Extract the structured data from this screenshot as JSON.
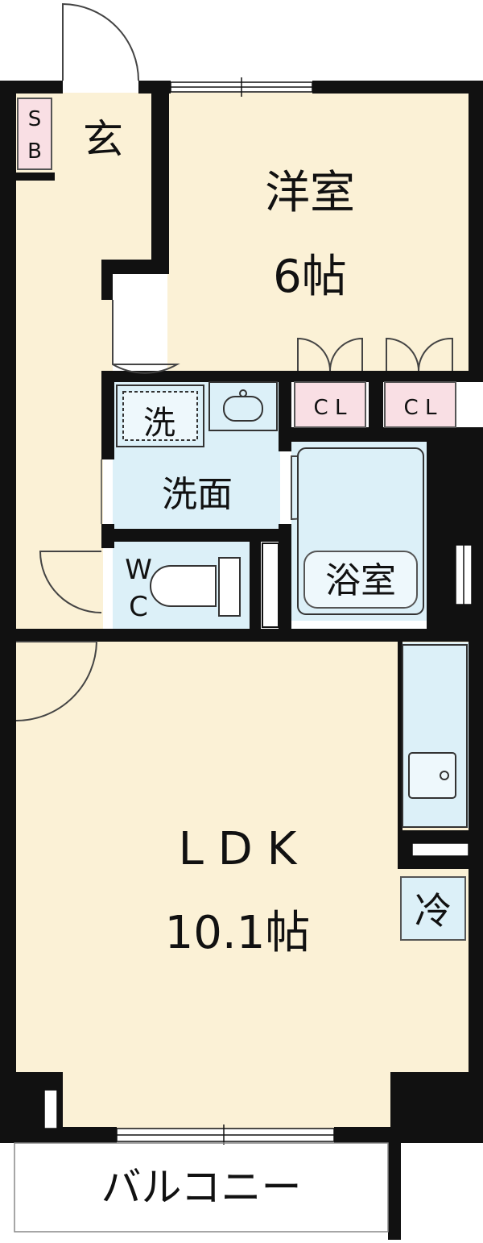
{
  "rooms": {
    "genkan": "玄",
    "shoe_box": {
      "line1": "S",
      "line2": "B"
    },
    "western": {
      "name": "洋室",
      "size": "6帖"
    },
    "closet_1": "C L",
    "closet_2": "C L",
    "washer": "洗",
    "washroom": "洗面",
    "toilet": {
      "line1": "W",
      "line2": "C"
    },
    "bath": "浴室",
    "ldk": {
      "name": "L D K",
      "size": "10.1帖"
    },
    "fridge": "冷",
    "balcony": "バルコニー"
  },
  "colors": {
    "wall": "#111111",
    "floor": "#fbf1d6",
    "water_area": "#dcf0f8",
    "storage": "#f9dfe4"
  }
}
